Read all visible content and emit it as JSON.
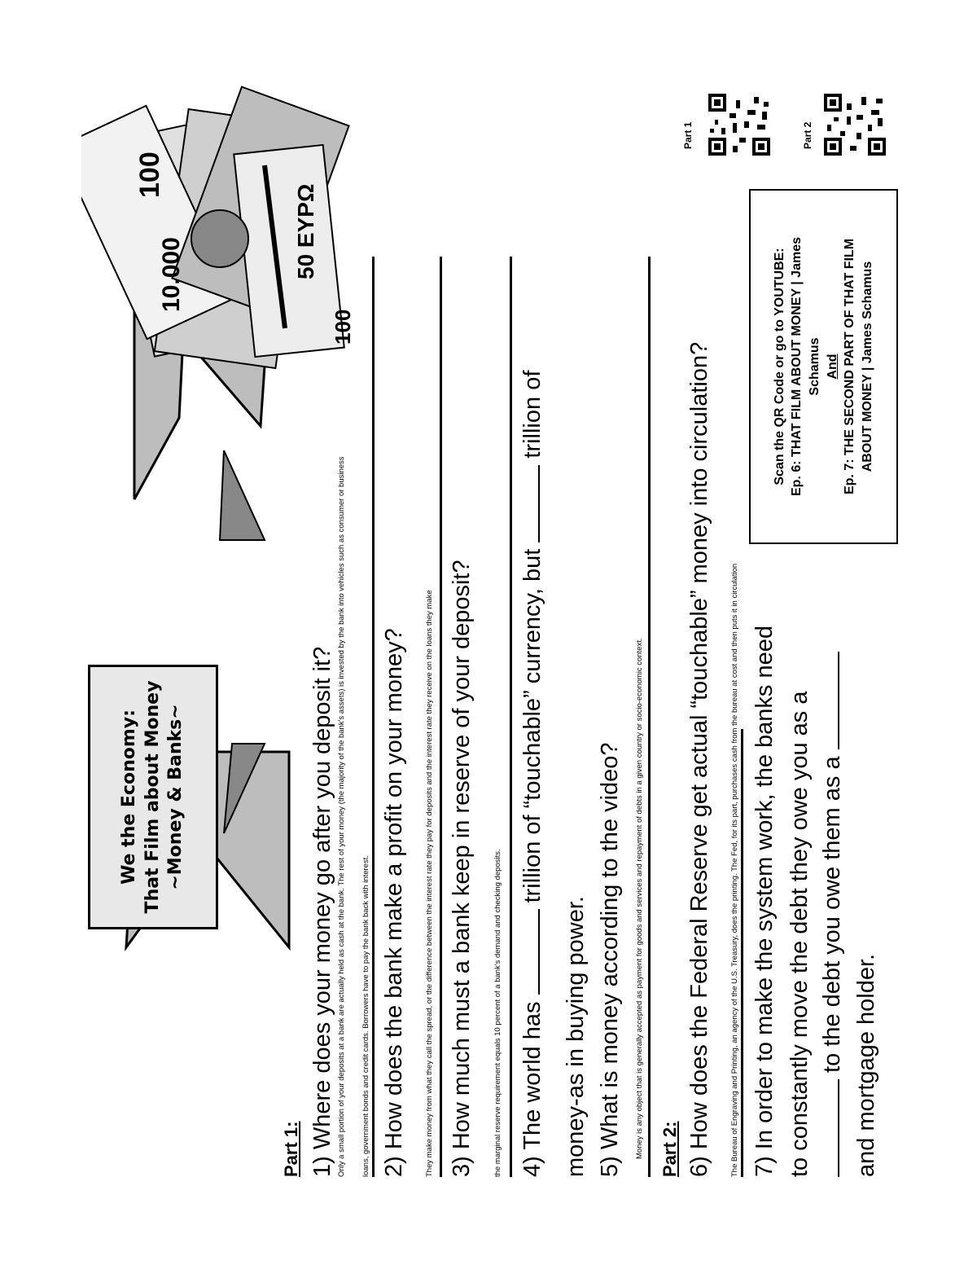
{
  "title": {
    "line1": "We the Economy:",
    "line2": "That Film about Money",
    "line3": "~Money & Banks~"
  },
  "part1": {
    "heading": "Part 1:",
    "q1": "1) Where does your money go after you deposit it?",
    "a1_line1": "Only a small portion of your deposits at a bank are actually held as cash at the bank. The rest of your money (the majority of the bank's assets) is invested by the bank into vehicles such as consumer or business",
    "a1_line2": "loans, government bonds and credit cards. Borrowers have to pay the bank back with interest.",
    "q2": "2) How does the bank make a profit on your money?",
    "a2": "They make money from what they call the spread, or the difference between the interest rate they pay for deposits and the interest rate they receive on the loans they make",
    "q3": "3) How much must a bank keep in reserve of your deposit?",
    "a3": "the marginal reserve requirement equals 10 percent of a bank's demand and checking deposits.",
    "q4_a": "4) The world has",
    "q4_b": "trillion of “touchable” currency, but",
    "q4_c": "trillion of",
    "q4_d": "money-as in buying power.",
    "q5": "5) What is money according to the video?",
    "a5": "Money is any object that is generally accepted as payment for goods and services and repayment of debts in a given country or socio-economic context."
  },
  "part2": {
    "heading": "Part 2:",
    "q6": "6) How does the Federal Reserve get actual “touchable” money into circulation?",
    "a6": "The Bureau of Engraving and Printing, an agency of the U.S. Treasury, does the printing. The Fed, for its part, purchases cash from the bureau at cost and then puts it in circulation",
    "q7_a": "7) In order to make the system work, the banks need",
    "q7_b": "to constantly move the debt they owe you as a",
    "q7_c": "to the debt you owe them as a",
    "q7_d": "and mortgage holder."
  },
  "video_box": {
    "line1": "Scan the QR Code or go to YOUTUBE:",
    "line2": "Ep. 6: THAT FILM ABOUT MONEY | James",
    "line3": "Schamus",
    "line4": "And",
    "line5": "Ep. 7: THE SECOND PART OF THAT FILM",
    "line6": "ABOUT MONEY | James Schamus"
  },
  "qr": {
    "part1_label": "Part 1",
    "part2_label": "Part 2"
  }
}
